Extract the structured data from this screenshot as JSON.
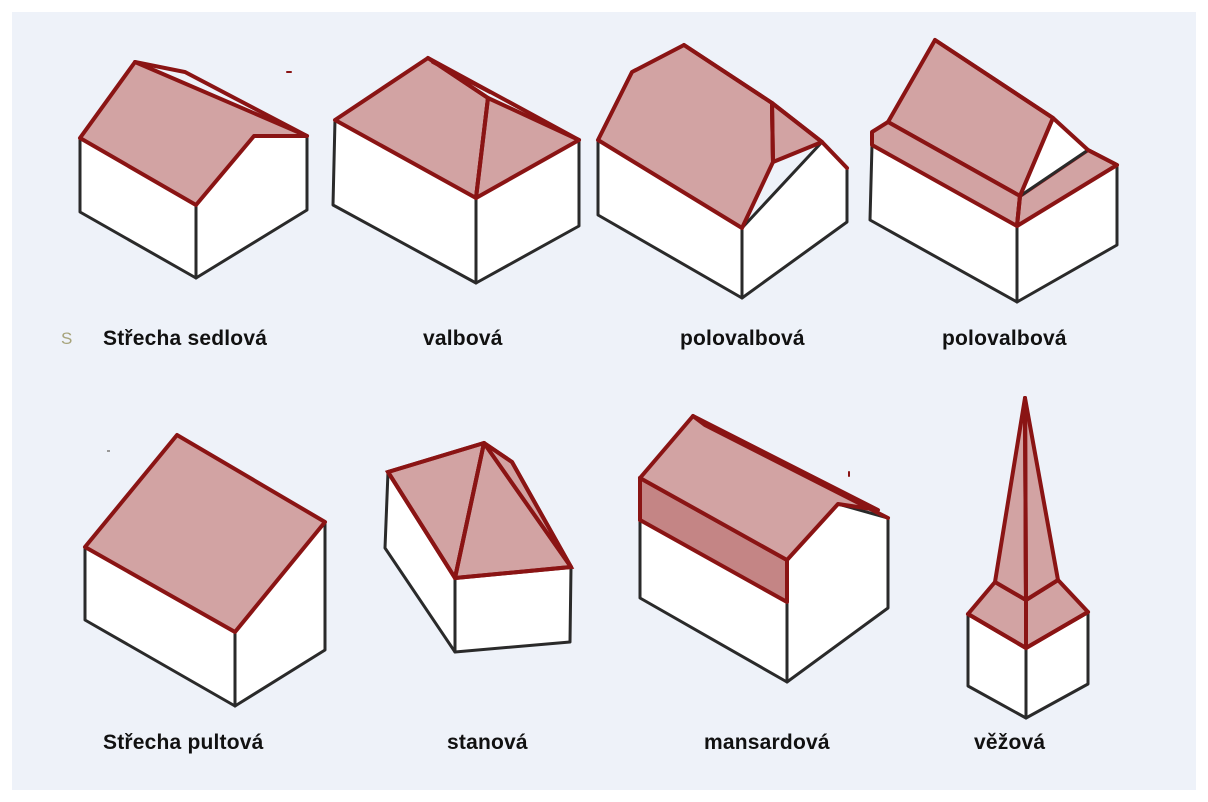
{
  "colors": {
    "background": "#eef2f9",
    "roof_fill": "#d2a3a3",
    "roof_edge": "#8a1414",
    "wall": "#ffffff",
    "outline": "#2a2a2a"
  },
  "stray_mark": "S",
  "roof_types": [
    {
      "label": "Střecha sedlová"
    },
    {
      "label": "valbová"
    },
    {
      "label": "polovalbová"
    },
    {
      "label": "polovalbová"
    },
    {
      "label": "Střecha pultová"
    },
    {
      "label": "stanová"
    },
    {
      "label": "mansardová"
    },
    {
      "label": "věžová"
    }
  ]
}
